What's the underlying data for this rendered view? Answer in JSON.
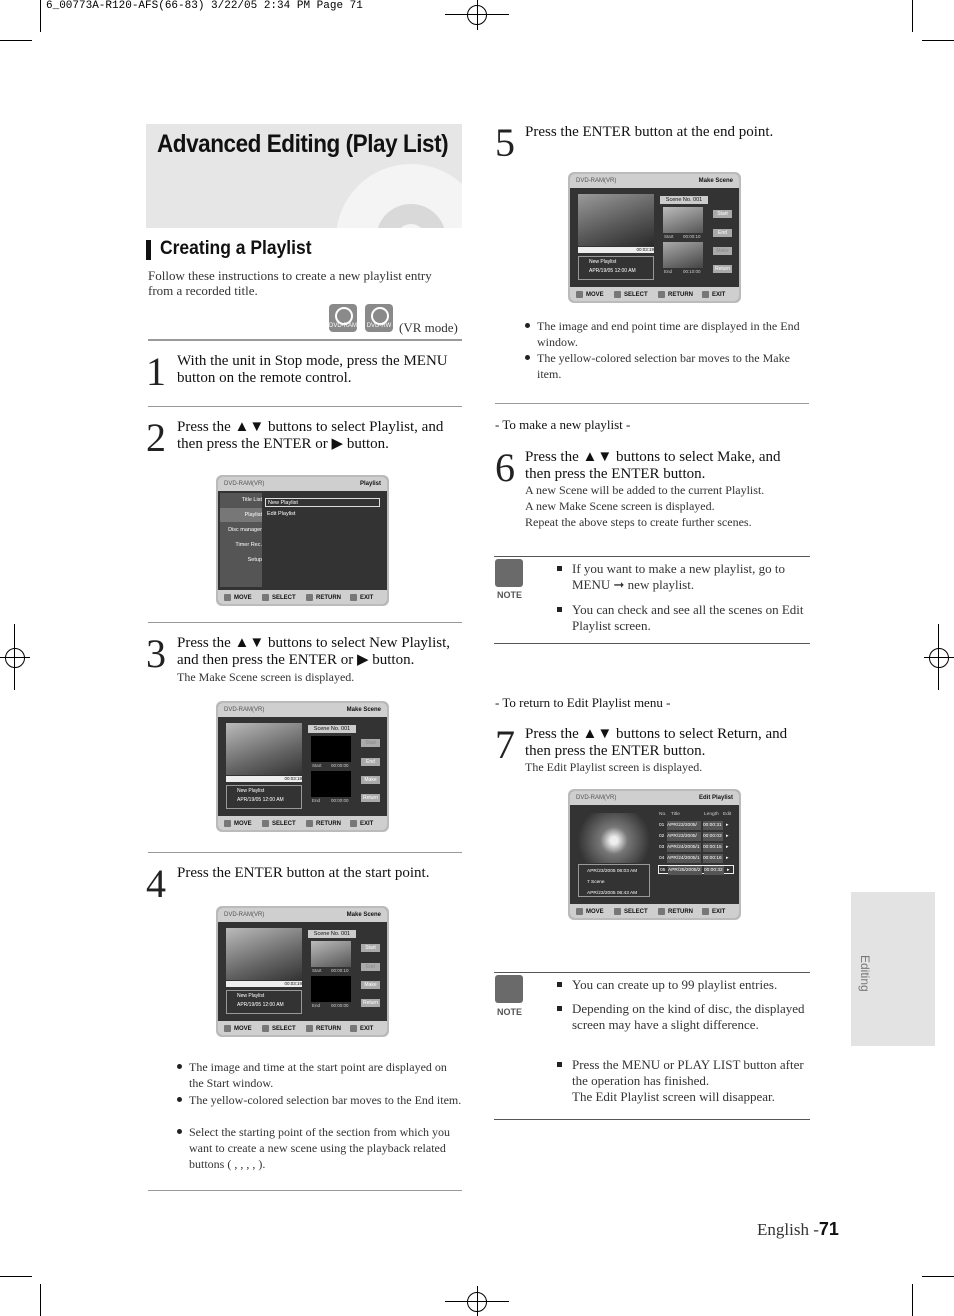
{
  "print_header": "6_00773A-R120-AFS(66-83)   3/22/05   2:34 PM   Page 71",
  "page": {
    "title": "Advanced Editing (Play List)",
    "section_title": "Creating a Playlist",
    "intro": "Follow these instructions to create a new playlist entry from a recorded title.",
    "disc_icons": [
      "DVD-RAM",
      "DVD-RW"
    ],
    "vr_mode": "(VR mode)",
    "side_tab": "Editing",
    "page_number_prefix": "English -",
    "page_number": "71"
  },
  "steps": {
    "s1": {
      "num": "1",
      "text": "With the unit in Stop mode, press the MENU button on the remote control."
    },
    "s2": {
      "num": "2",
      "text": "Press the ▲▼ buttons to select Playlist, and then press the ENTER or ▶ button."
    },
    "s3": {
      "num": "3",
      "text": "Press the ▲▼ buttons to select New Playlist, and then press the ENTER or ▶ button.",
      "sub": "The Make Scene screen is displayed."
    },
    "s4": {
      "num": "4",
      "text": "Press the ENTER button at the start point."
    },
    "s5": {
      "num": "5",
      "text": "Press the ENTER button at the end point."
    },
    "s6": {
      "num": "6",
      "text": "Press the ▲▼ buttons to select Make, and then press the ENTER button.",
      "sub1": "A new Scene will be added to the current Playlist.",
      "sub2": "A new Make Scene screen is displayed.",
      "sub3": "Repeat the above steps to create further scenes."
    },
    "s7": {
      "num": "7",
      "text": "Press the ▲▼ buttons to select Return, and then press the ENTER button.",
      "sub": "The Edit Playlist screen is displayed."
    }
  },
  "step4_bullets": [
    "The image and time at the start point are displayed on the Start window.",
    "The yellow-colored selection bar moves to the End item.",
    "Select the starting point of the section from which you want to create a new scene using the playback related buttons ( , , , , )."
  ],
  "step5_bullets": [
    "The image and end point time are displayed in the End window.",
    "The yellow-colored selection bar moves to the Make item."
  ],
  "sub_headings": {
    "make_new": "- To make a new playlist -",
    "return_edit": "- To return to Edit Playlist menu -"
  },
  "notes": {
    "label": "NOTE",
    "note1": [
      "If you want to make a new playlist, go to MENU ➞ new playlist.",
      "You can check and see all the scenes on Edit Playlist screen."
    ],
    "note2": [
      "You can create up to 99 playlist entries.",
      "Depending on the kind of disc, the displayed screen may have a slight difference.",
      "Press the MENU or PLAY LIST button after the operation has finished.",
      "The Edit Playlist screen will disappear."
    ]
  },
  "osd": {
    "disc": "DVD-RAM(VR)",
    "footer": {
      "move": "MOVE",
      "select": "SELECT",
      "return": "RETURN",
      "exit": "EXIT"
    },
    "playlist_menu": {
      "title": "Playlist",
      "side": [
        "Title List",
        "Playlist",
        "Disc manager",
        "Timer Rec.",
        "Setup"
      ],
      "items": [
        "New Playlist",
        "Edit Playlist"
      ]
    },
    "make_scene": {
      "title": "Make Scene",
      "scene_no": "Scene No. 001",
      "buttons": [
        "Start",
        "End",
        "Make",
        "Return"
      ],
      "name": "New Playlist",
      "date": "APR/19/05 12:00 AM",
      "counter": "00:03:19",
      "start_lbl": "Start",
      "end_lbl": "End",
      "zero": "00:00:00",
      "start_time": "00:00:10",
      "end_time": "00:10:00"
    },
    "edit_playlist": {
      "title": "Edit Playlist",
      "headers": [
        "No.",
        "Title",
        "Length",
        "Edit"
      ],
      "rows": [
        [
          "01",
          "APR/23/2005/",
          "00:00:31"
        ],
        [
          "02",
          "APR/23/2005/",
          "00:00:03"
        ],
        [
          "03",
          "APR/24/2005/1",
          "00:00:15"
        ],
        [
          "04",
          "APR/24/2005/1",
          "00:00:16"
        ],
        [
          "05",
          "APR/25/2005/2",
          "00:00:32"
        ]
      ],
      "info1": "APR/23/2005 06:03 AM",
      "info2": "7 Scene",
      "info3": "APR/23/2005 06:43 AM"
    }
  }
}
